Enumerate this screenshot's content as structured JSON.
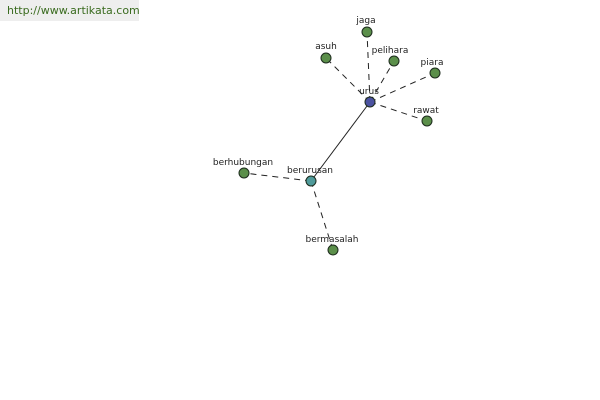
{
  "source_url": "http://www.artikata.com",
  "colors": {
    "leaf": "#5b8f4a",
    "hub_primary": "#4b52a0",
    "hub_secondary": "#4f9a9a"
  },
  "nodes": [
    {
      "id": "urus",
      "label": "urus",
      "kind": "hub_primary"
    },
    {
      "id": "berurusan",
      "label": "berurusan",
      "kind": "hub_secondary"
    },
    {
      "id": "jaga",
      "label": "jaga",
      "kind": "leaf"
    },
    {
      "id": "asuh",
      "label": "asuh",
      "kind": "leaf"
    },
    {
      "id": "pelihara",
      "label": "pelihara",
      "kind": "leaf"
    },
    {
      "id": "piara",
      "label": "piara",
      "kind": "leaf"
    },
    {
      "id": "rawat",
      "label": "rawat",
      "kind": "leaf"
    },
    {
      "id": "berhubungan",
      "label": "berhubungan",
      "kind": "leaf"
    },
    {
      "id": "bermasalah",
      "label": "bermasalah",
      "kind": "leaf"
    }
  ],
  "edges": [
    {
      "from": "urus",
      "to": "jaga",
      "style": "dashed"
    },
    {
      "from": "urus",
      "to": "asuh",
      "style": "dashed"
    },
    {
      "from": "urus",
      "to": "pelihara",
      "style": "dashed"
    },
    {
      "from": "urus",
      "to": "piara",
      "style": "dashed"
    },
    {
      "from": "urus",
      "to": "rawat",
      "style": "dashed"
    },
    {
      "from": "urus",
      "to": "berurusan",
      "style": "solid"
    },
    {
      "from": "berurusan",
      "to": "berhubungan",
      "style": "dashed"
    },
    {
      "from": "berurusan",
      "to": "bermasalah",
      "style": "dashed"
    }
  ]
}
